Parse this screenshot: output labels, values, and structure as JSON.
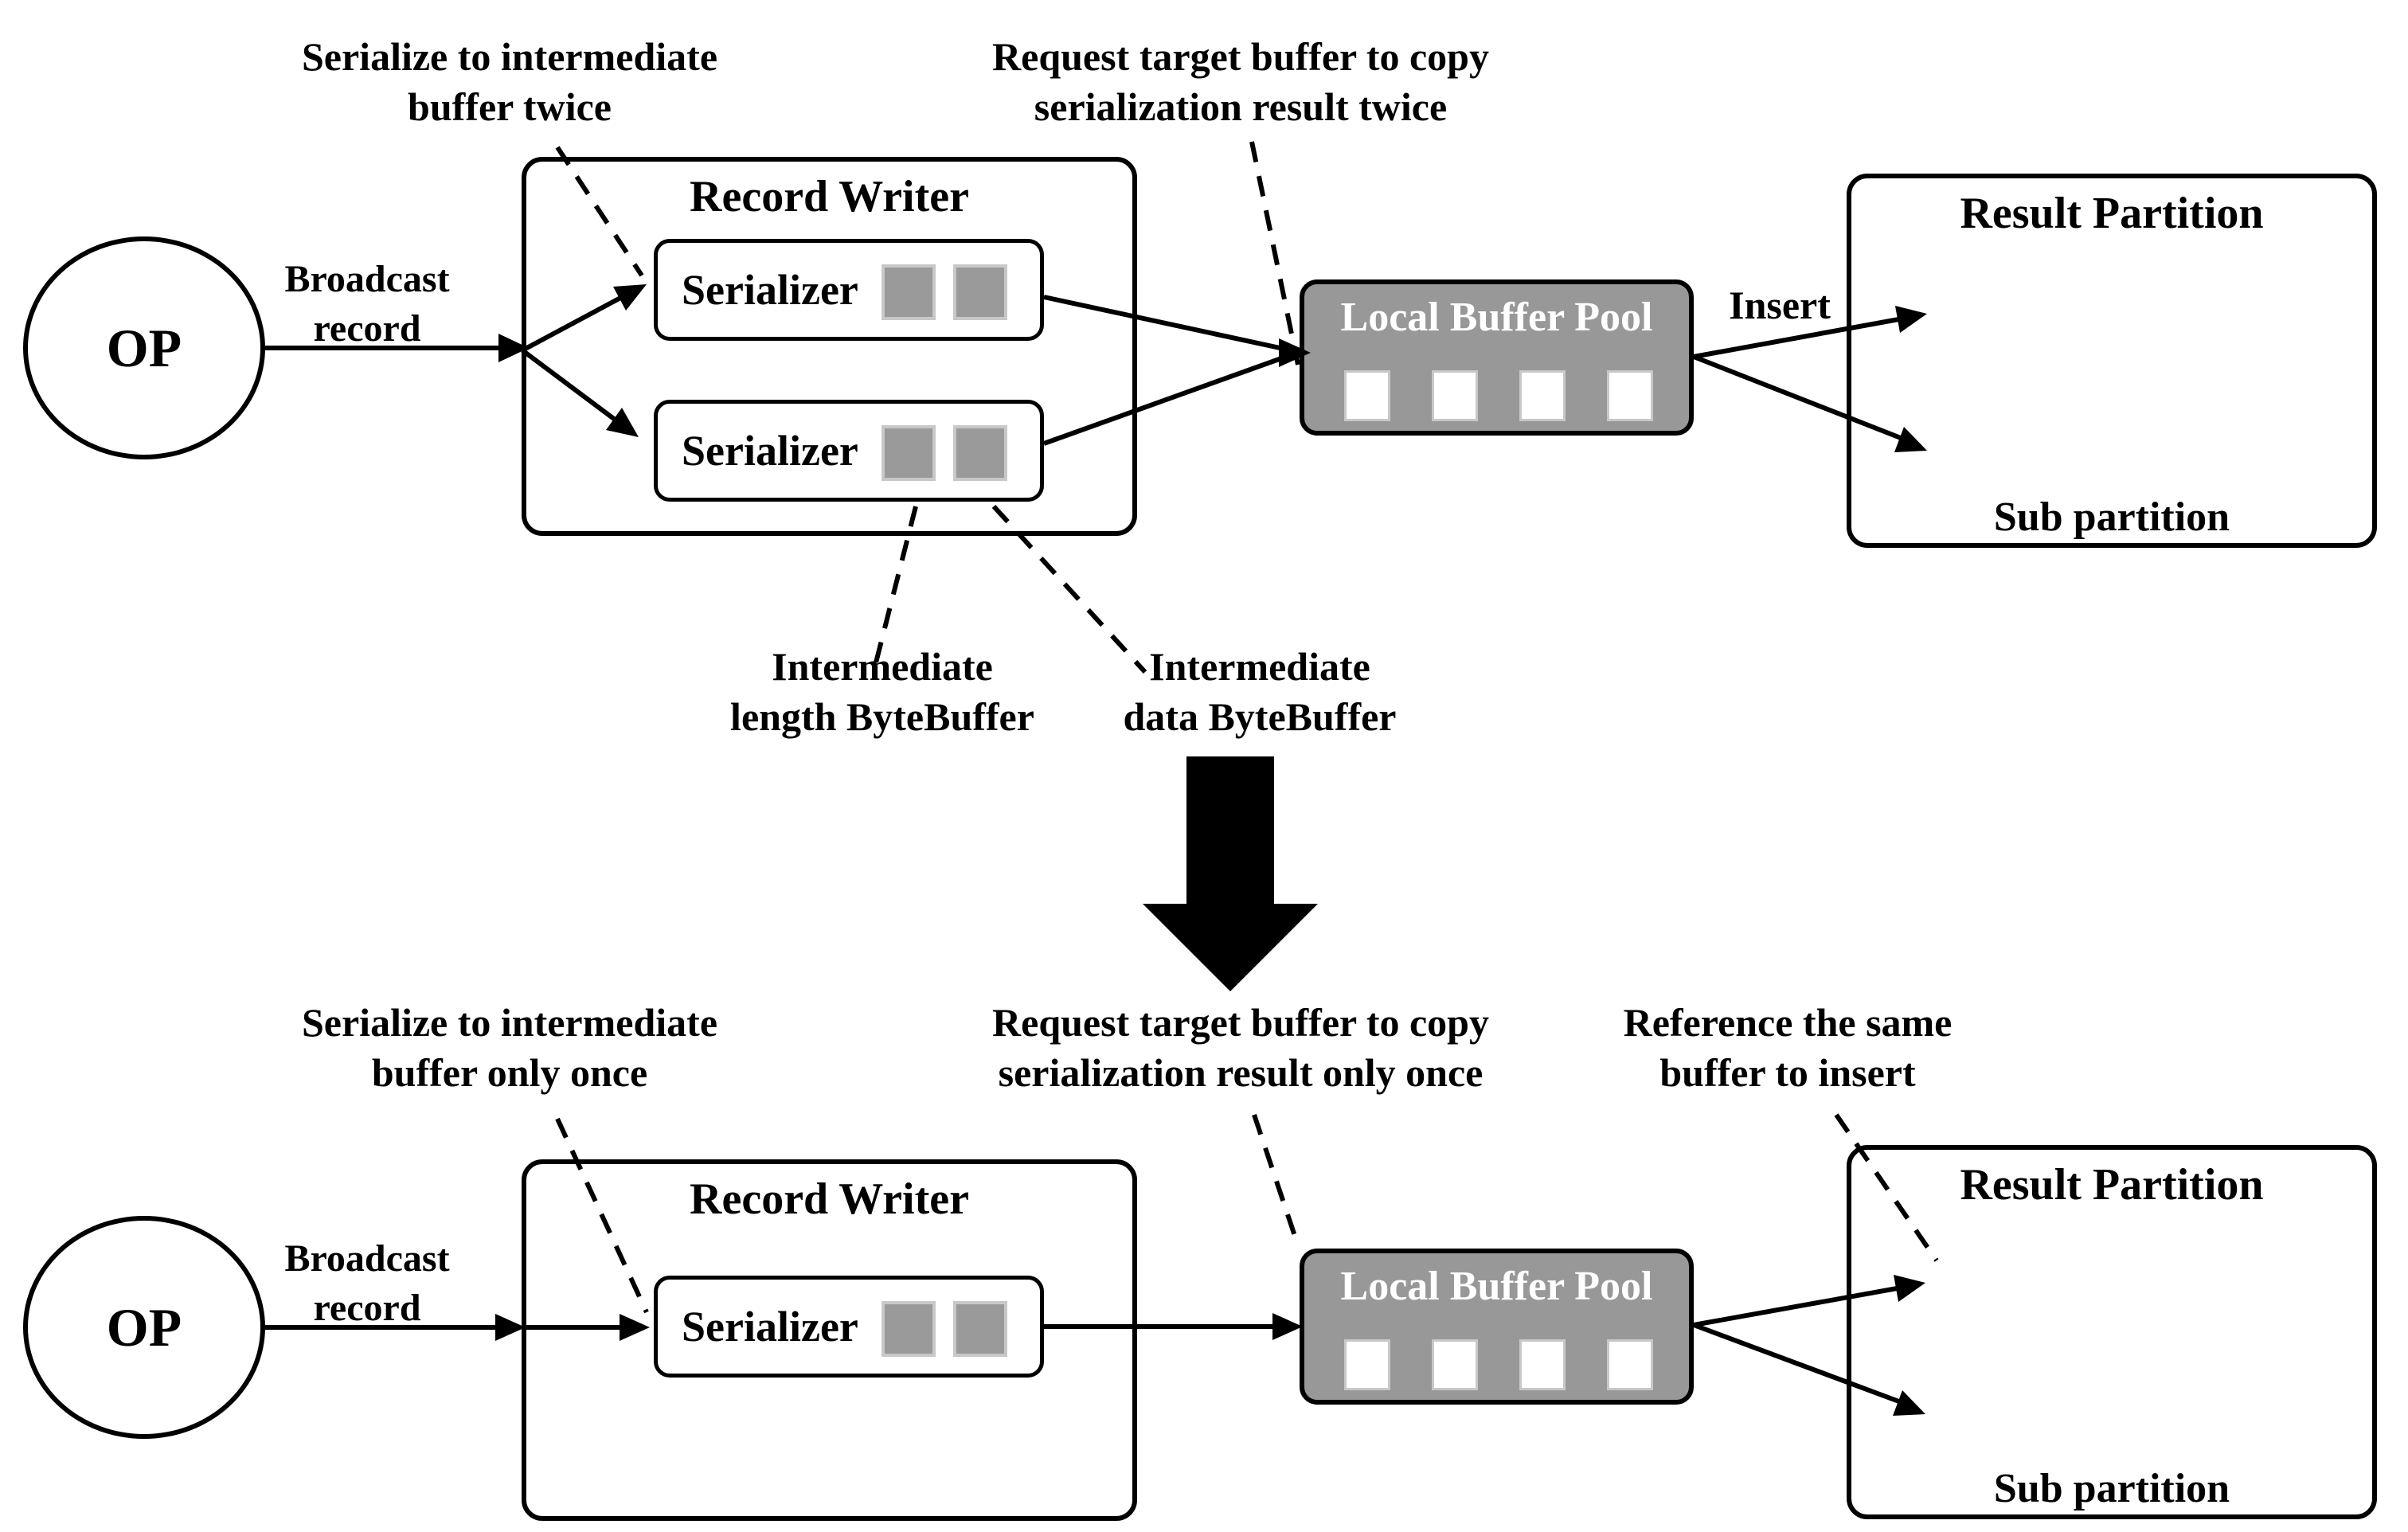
{
  "colors": {
    "ink": "#000000",
    "paper": "#ffffff",
    "pool-gray": "#989898",
    "buffer-gray": "#9a9a9a",
    "buffer-edge": "#c8c8c8"
  },
  "before": {
    "op": "OP",
    "broadcast": [
      "Broadcast",
      "record"
    ],
    "record_writer": "Record Writer",
    "serializer1": "Serializer",
    "serializer2": "Serializer",
    "local_buffer_pool": "Local Buffer Pool",
    "insert": "Insert",
    "result_partition": "Result Partition",
    "sub_partition": "Sub partition",
    "ann_serialize": [
      "Serialize to intermediate",
      "buffer twice"
    ],
    "ann_request": [
      "Request target buffer to copy",
      "serialization result twice"
    ],
    "ann_length": [
      "Intermediate",
      "length ByteBuffer"
    ],
    "ann_data": [
      "Intermediate",
      "data ByteBuffer"
    ]
  },
  "after": {
    "op": "OP",
    "broadcast": [
      "Broadcast",
      "record"
    ],
    "record_writer": "Record Writer",
    "serializer": "Serializer",
    "local_buffer_pool": "Local Buffer Pool",
    "result_partition": "Result Partition",
    "sub_partition": "Sub partition",
    "ann_serialize": [
      "Serialize to intermediate",
      "buffer only once"
    ],
    "ann_request": [
      "Request target buffer to copy",
      "serialization result only once"
    ],
    "ann_reference": [
      "Reference the same",
      "buffer to insert"
    ]
  }
}
